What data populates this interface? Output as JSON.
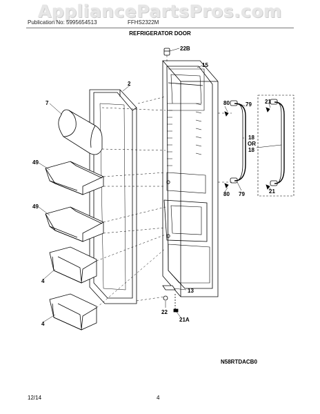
{
  "watermark": "AppliancePartsPros.com",
  "header": {
    "publication": "Publication No: 5995654513",
    "model": "FFHS2322M",
    "title": "REFRIGERATOR DOOR"
  },
  "labels": {
    "l22b": "22B",
    "l15": "15",
    "l2": "2",
    "l7": "7",
    "l80a": "80",
    "l79a": "79",
    "l21a": "21",
    "l18a": "18",
    "lor": "OR",
    "l18b": "18",
    "l49a": "49",
    "l49b": "49",
    "l80b": "80",
    "l79b": "79",
    "l21b": "21",
    "l4a": "4",
    "l13": "13",
    "l4b": "4",
    "l22": "22",
    "l21A": "21A"
  },
  "footer": {
    "code": "N58RTDACB0",
    "date": "12/14",
    "page": "4"
  }
}
